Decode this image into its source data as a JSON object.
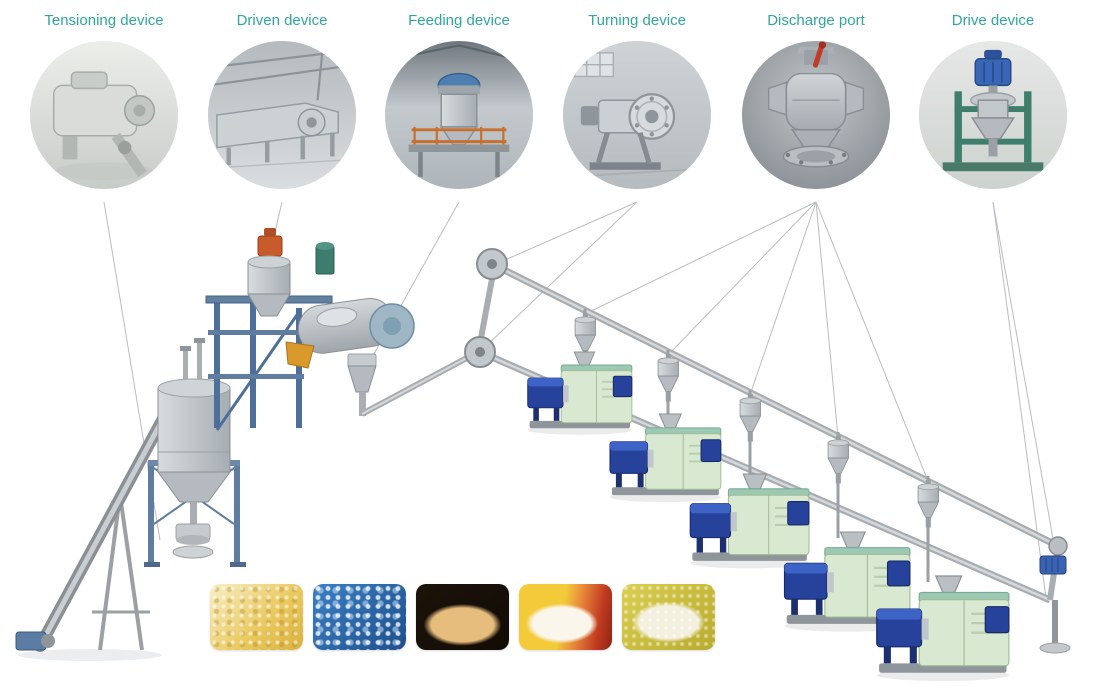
{
  "diagram": {
    "accent_color": "#2fa79e",
    "line_color": "#b9bdc0",
    "devices": [
      {
        "id": "tensioning-device",
        "label": "Tensioning device"
      },
      {
        "id": "driven-device",
        "label": "Driven device"
      },
      {
        "id": "feeding-device",
        "label": "Feeding device"
      },
      {
        "id": "turning-device",
        "label": "Turning device"
      },
      {
        "id": "discharge-port",
        "label": "Discharge port"
      },
      {
        "id": "drive-device",
        "label": "Drive device"
      }
    ],
    "materials": [
      {
        "name": "yellow plastic flakes",
        "colors": [
          "#f7efc6",
          "#e9c85c"
        ]
      },
      {
        "name": "clear plastic granules",
        "colors": [
          "#3b7fc4",
          "#1d4f8c"
        ]
      },
      {
        "name": "tan powder",
        "colors": [
          "#120c06",
          "#e6bd7c"
        ]
      },
      {
        "name": "white powder",
        "colors": [
          "#f3cb3a",
          "#bf3a20",
          "#faf6ec"
        ]
      },
      {
        "name": "white granules",
        "colors": [
          "#d9cf52",
          "#f4f0df"
        ]
      }
    ]
  }
}
